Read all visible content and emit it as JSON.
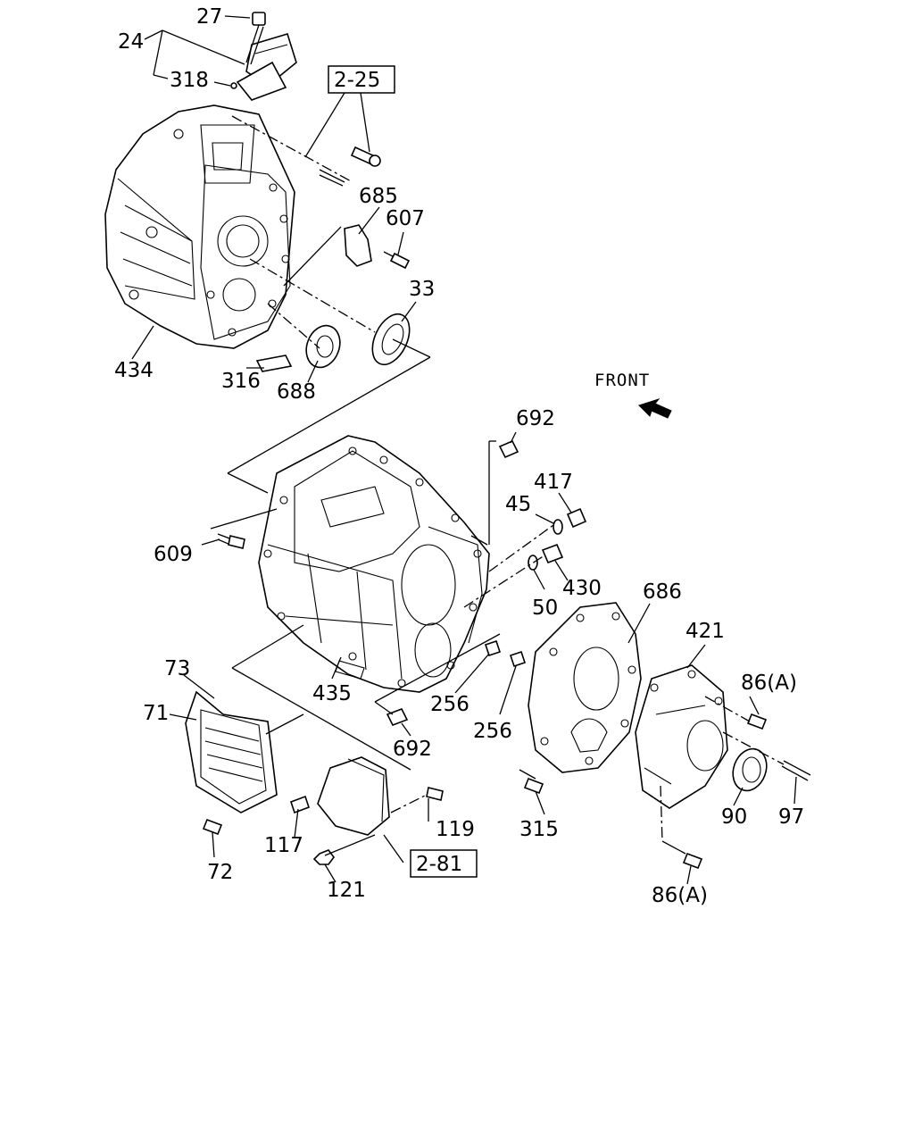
{
  "callouts": {
    "c27": "27",
    "c24": "24",
    "c318": "318",
    "ref225": "2-25",
    "c685": "685",
    "c607": "607",
    "c33": "33",
    "c434": "434",
    "c316": "316",
    "c688": "688",
    "front": "FRONT",
    "c692a": "692",
    "c417": "417",
    "c45": "45",
    "c609": "609",
    "c430": "430",
    "c50": "50",
    "c686": "686",
    "c421": "421",
    "c86a": "86(A)",
    "c73": "73",
    "c71": "71",
    "c435": "435",
    "c256a": "256",
    "c256b": "256",
    "c692b": "692",
    "c90": "90",
    "c97": "97",
    "c315": "315",
    "c117": "117",
    "c119": "119",
    "c72": "72",
    "ref281": "2-81",
    "c121": "121",
    "c86b": "86(A)"
  }
}
